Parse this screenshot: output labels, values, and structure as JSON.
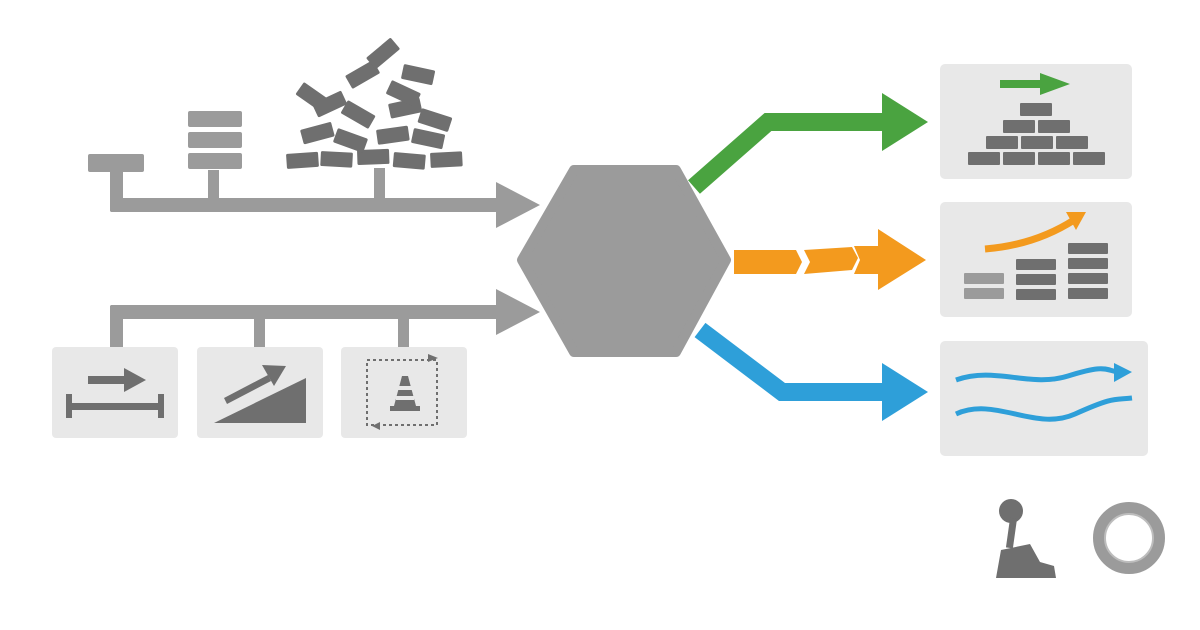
{
  "colors": {
    "background": "#ffffff",
    "gray": "#9b9b9b",
    "dark_gray": "#6f6f6f",
    "panel": "#e8e8e8",
    "green": "#4aa340",
    "orange": "#f39a1e",
    "blue": "#2e9fd9"
  },
  "inputs": {
    "top_feed": [
      "single-block-icon",
      "block-stack-icon",
      "brick-pile-icon"
    ],
    "bottom_feed": [
      "width-measure-icon",
      "slope-ramp-icon",
      "traffic-cone-area-icon"
    ]
  },
  "hub": {
    "icon": "hexagon-processor-icon"
  },
  "outputs": [
    {
      "color": "green",
      "icon": "brick-pyramid-arrow-icon"
    },
    {
      "color": "orange",
      "icon": "growth-bars-arrow-icon"
    },
    {
      "color": "blue",
      "icon": "wave-lines-icon"
    }
  ],
  "corner_icons": [
    "joystick-lever-icon",
    "ring-icon"
  ]
}
